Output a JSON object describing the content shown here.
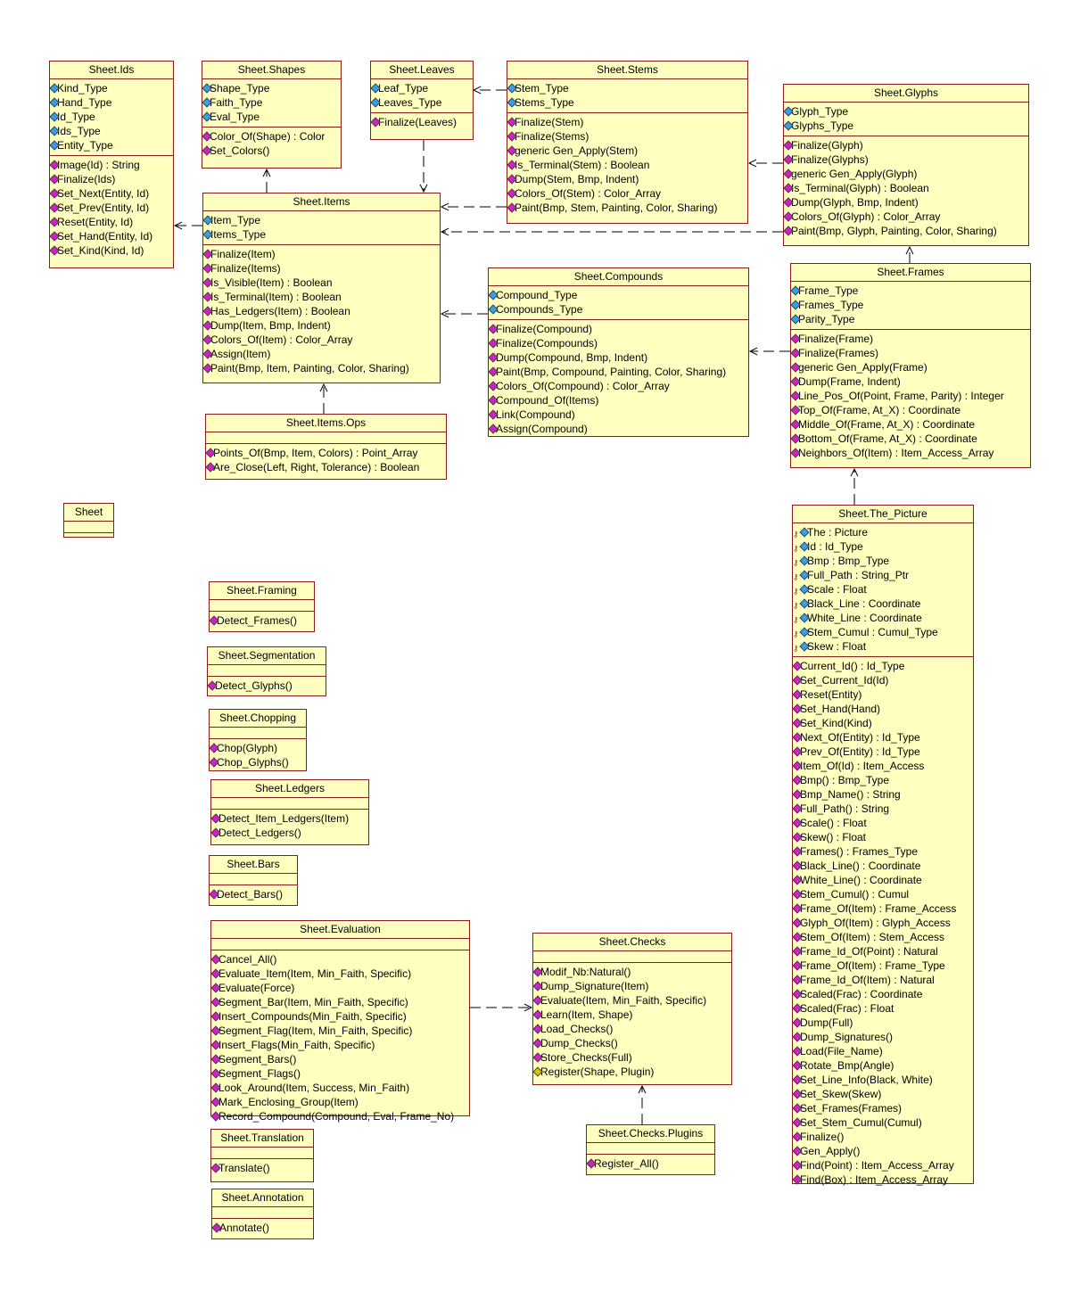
{
  "classes": [
    {
      "name": "Sheet.Ids",
      "attributes": [
        {
          "text": "Kind_Type"
        },
        {
          "text": "Hand_Type"
        },
        {
          "text": "Id_Type"
        },
        {
          "text": "Ids_Type"
        },
        {
          "text": "Entity_Type"
        }
      ],
      "operations": [
        {
          "text": "Image(Id) : String"
        },
        {
          "text": "Finalize(Ids)"
        },
        {
          "text": "Set_Next(Entity, Id)"
        },
        {
          "text": "Set_Prev(Entity, Id)"
        },
        {
          "text": "Reset(Entity, Id)"
        },
        {
          "text": "Set_Hand(Entity, Id)"
        },
        {
          "text": "Set_Kind(Kind, Id)"
        }
      ]
    },
    {
      "name": "Sheet.Shapes",
      "attributes": [
        {
          "text": "Shape_Type"
        },
        {
          "text": "Faith_Type"
        },
        {
          "text": "Eval_Type"
        }
      ],
      "operations": [
        {
          "text": "Color_Of(Shape) : Color"
        },
        {
          "text": "Set_Colors()"
        }
      ]
    },
    {
      "name": "Sheet.Leaves",
      "attributes": [
        {
          "text": "Leaf_Type"
        },
        {
          "text": "Leaves_Type"
        }
      ],
      "operations": [
        {
          "text": "Finalize(Leaves)"
        }
      ]
    },
    {
      "name": "Sheet.Stems",
      "attributes": [
        {
          "text": "Stem_Type"
        },
        {
          "text": "Stems_Type"
        }
      ],
      "operations": [
        {
          "text": "Finalize(Stem)"
        },
        {
          "text": "Finalize(Stems)"
        },
        {
          "text": "generic Gen_Apply(Stem)"
        },
        {
          "text": "Is_Terminal(Stem) : Boolean"
        },
        {
          "text": "Dump(Stem, Bmp, Indent)"
        },
        {
          "text": "Colors_Of(Stem) : Color_Array"
        },
        {
          "text": "Paint(Bmp, Stem, Painting, Color, Sharing)"
        }
      ]
    },
    {
      "name": "Sheet.Glyphs",
      "attributes": [
        {
          "text": "Glyph_Type"
        },
        {
          "text": "Glyphs_Type"
        }
      ],
      "operations": [
        {
          "text": "Finalize(Glyph)"
        },
        {
          "text": "Finalize(Glyphs)"
        },
        {
          "text": "generic Gen_Apply(Glyph)"
        },
        {
          "text": "Is_Terminal(Glyph) : Boolean"
        },
        {
          "text": "Dump(Glyph, Bmp, Indent)"
        },
        {
          "text": "Colors_Of(Glyph) : Color_Array"
        },
        {
          "text": "Paint(Bmp, Glyph, Painting, Color, Sharing)"
        }
      ]
    },
    {
      "name": "Sheet.Items",
      "attributes": [
        {
          "text": "Item_Type"
        },
        {
          "text": "Items_Type"
        }
      ],
      "operations": [
        {
          "text": "Finalize(Item)"
        },
        {
          "text": "Finalize(Items)"
        },
        {
          "text": "Is_Visible(Item) : Boolean"
        },
        {
          "text": "Is_Terminal(Item) : Boolean"
        },
        {
          "text": "Has_Ledgers(Item) : Boolean"
        },
        {
          "text": "Dump(Item, Bmp, Indent)"
        },
        {
          "text": "Colors_Of(Item) : Color_Array"
        },
        {
          "text": "Assign(Item)"
        },
        {
          "text": "Paint(Bmp, Item, Painting, Color, Sharing)"
        }
      ]
    },
    {
      "name": "Sheet.Compounds",
      "attributes": [
        {
          "text": "Compound_Type"
        },
        {
          "text": "Compounds_Type"
        }
      ],
      "operations": [
        {
          "text": "Finalize(Compound)"
        },
        {
          "text": "Finalize(Compounds)"
        },
        {
          "text": "Dump(Compound, Bmp, Indent)"
        },
        {
          "text": "Paint(Bmp, Compound, Painting, Color, Sharing)"
        },
        {
          "text": "Colors_Of(Compound) : Color_Array"
        },
        {
          "text": "Compound_Of(Items)"
        },
        {
          "text": "Link(Compound)"
        },
        {
          "text": "Assign(Compound)"
        }
      ]
    },
    {
      "name": "Sheet.Frames",
      "attributes": [
        {
          "text": "Frame_Type"
        },
        {
          "text": "Frames_Type"
        },
        {
          "text": "Parity_Type"
        }
      ],
      "operations": [
        {
          "text": "Finalize(Frame)"
        },
        {
          "text": "Finalize(Frames)"
        },
        {
          "text": "generic Gen_Apply(Frame)"
        },
        {
          "text": "Dump(Frame, Indent)"
        },
        {
          "text": "Line_Pos_Of(Point, Frame, Parity) : Integer"
        },
        {
          "text": "Top_Of(Frame, At_X) : Coordinate"
        },
        {
          "text": "Middle_Of(Frame, At_X) : Coordinate"
        },
        {
          "text": "Bottom_Of(Frame, At_X) : Coordinate"
        },
        {
          "text": "Neighbors_Of(Item) : Item_Access_Array"
        }
      ]
    },
    {
      "name": "Sheet.Items.Ops",
      "attributes": [],
      "operations": [
        {
          "text": "Points_Of(Bmp, Item, Colors) : Point_Array"
        },
        {
          "text": "Are_Close(Left, Right, Tolerance) : Boolean"
        }
      ]
    },
    {
      "name": "Sheet",
      "attributes": [],
      "operations": []
    },
    {
      "name": "Sheet.The_Picture",
      "attributes": [
        {
          "text": "The : Picture",
          "private": true
        },
        {
          "text": "Id : Id_Type",
          "private": true
        },
        {
          "text": "Bmp : Bmp_Type",
          "private": true
        },
        {
          "text": "Full_Path : String_Ptr",
          "private": true
        },
        {
          "text": "Scale : Float",
          "private": true
        },
        {
          "text": "Black_Line : Coordinate",
          "private": true
        },
        {
          "text": "White_Line : Coordinate",
          "private": true
        },
        {
          "text": "Stem_Cumul : Cumul_Type",
          "private": true
        },
        {
          "text": "Skew : Float",
          "private": true
        }
      ],
      "operations": [
        {
          "text": "Current_Id() : Id_Type"
        },
        {
          "text": "Set_Current_Id(Id)"
        },
        {
          "text": "Reset(Entity)"
        },
        {
          "text": "Set_Hand(Hand)"
        },
        {
          "text": "Set_Kind(Kind)"
        },
        {
          "text": "Next_Of(Entity) : Id_Type"
        },
        {
          "text": "Prev_Of(Entity) : Id_Type"
        },
        {
          "text": "Item_Of(Id) : Item_Access"
        },
        {
          "text": "Bmp() : Bmp_Type"
        },
        {
          "text": "Bmp_Name() : String"
        },
        {
          "text": "Full_Path() : String"
        },
        {
          "text": "Scale() : Float"
        },
        {
          "text": "Skew() : Float"
        },
        {
          "text": "Frames() : Frames_Type"
        },
        {
          "text": "Black_Line() : Coordinate"
        },
        {
          "text": "White_Line() : Coordinate"
        },
        {
          "text": "Stem_Cumul() : Cumul"
        },
        {
          "text": "Frame_Of(Item) : Frame_Access"
        },
        {
          "text": "Glyph_Of(Item) : Glyph_Access"
        },
        {
          "text": "Stem_Of(Item) : Stem_Access"
        },
        {
          "text": "Frame_Id_Of(Point) : Natural"
        },
        {
          "text": "Frame_Of(Item) : Frame_Type"
        },
        {
          "text": "Frame_Id_Of(Item) : Natural"
        },
        {
          "text": "Scaled(Frac) : Coordinate"
        },
        {
          "text": "Scaled(Frac) : Float"
        },
        {
          "text": "Dump(Full)"
        },
        {
          "text": "Dump_Signatures()"
        },
        {
          "text": "Load(File_Name)"
        },
        {
          "text": "Rotate_Bmp(Angle)"
        },
        {
          "text": "Set_Line_Info(Black, White)"
        },
        {
          "text": "Set_Skew(Skew)"
        },
        {
          "text": "Set_Frames(Frames)"
        },
        {
          "text": "Set_Stem_Cumul(Cumul)"
        },
        {
          "text": "Finalize()"
        },
        {
          "text": "Gen_Apply()"
        },
        {
          "text": "Find(Point) : Item_Access_Array"
        },
        {
          "text": "Find(Box) : Item_Access_Array"
        }
      ]
    },
    {
      "name": "Sheet.Framing",
      "attributes": [],
      "operations": [
        {
          "text": "Detect_Frames()"
        }
      ]
    },
    {
      "name": "Sheet.Segmentation",
      "attributes": [],
      "operations": [
        {
          "text": "Detect_Glyphs()"
        }
      ]
    },
    {
      "name": "Sheet.Chopping",
      "attributes": [],
      "operations": [
        {
          "text": "Chop(Glyph)"
        },
        {
          "text": "Chop_Glyphs()"
        }
      ]
    },
    {
      "name": "Sheet.Ledgers",
      "attributes": [],
      "operations": [
        {
          "text": "Detect_Item_Ledgers(Item)"
        },
        {
          "text": "Detect_Ledgers()"
        }
      ]
    },
    {
      "name": "Sheet.Bars",
      "attributes": [],
      "operations": [
        {
          "text": "Detect_Bars()"
        }
      ]
    },
    {
      "name": "Sheet.Evaluation",
      "attributes": [],
      "operations": [
        {
          "text": "Cancel_All()"
        },
        {
          "text": "Evaluate_Item(Item, Min_Faith, Specific)"
        },
        {
          "text": "Evaluate(Force)"
        },
        {
          "text": "Segment_Bar(Item, Min_Faith, Specific)"
        },
        {
          "text": "Insert_Compounds(Min_Faith, Specific)"
        },
        {
          "text": "Segment_Flag(Item, Min_Faith, Specific)"
        },
        {
          "text": "Insert_Flags(Min_Faith, Specific)"
        },
        {
          "text": "Segment_Bars()"
        },
        {
          "text": "Segment_Flags()"
        },
        {
          "text": "Look_Around(Item, Success, Min_Faith)"
        },
        {
          "text": "Mark_Enclosing_Group(Item)"
        },
        {
          "text": "Record_Compound(Compound, Eval, Frame_No)"
        }
      ]
    },
    {
      "name": "Sheet.Checks",
      "attributes": [],
      "operations": [
        {
          "text": "Modif_Nb:Natural()"
        },
        {
          "text": "Dump_Signature(Item)"
        },
        {
          "text": "Evaluate(Item, Min_Faith, Specific)"
        },
        {
          "text": "Learn(Item, Shape)"
        },
        {
          "text": "Load_Checks()"
        },
        {
          "text": "Dump_Checks()"
        },
        {
          "text": "Store_Checks(Full)"
        },
        {
          "text": "Register(Shape, Plugin)",
          "protected": true
        }
      ]
    },
    {
      "name": "Sheet.Translation",
      "attributes": [],
      "operations": [
        {
          "text": "Translate()"
        }
      ]
    },
    {
      "name": "Sheet.Checks.Plugins",
      "attributes": [],
      "operations": [
        {
          "text": "Register_All()"
        }
      ]
    },
    {
      "name": "Sheet.Annotation",
      "attributes": [],
      "operations": [
        {
          "text": "Annotate()"
        }
      ]
    }
  ],
  "colors": {
    "box_fill": "#ffffc0",
    "box_border": "#8b1a1a",
    "attr_icon": "#33a0ee",
    "op_icon": "#d020c8",
    "protected_icon": "#e0c000",
    "arrow": "#000000"
  }
}
